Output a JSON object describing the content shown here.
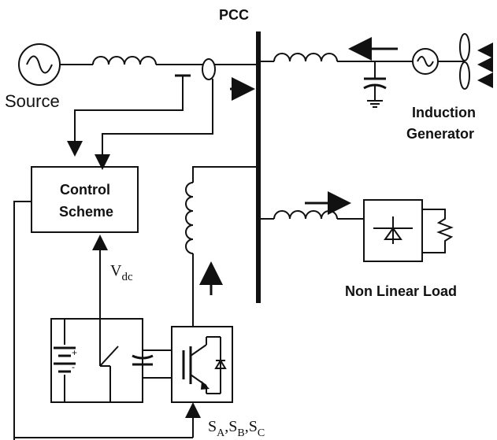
{
  "labels": {
    "pcc": "PCC",
    "source": "Source",
    "induction_generator_line1": "Induction",
    "induction_generator_line2": "Generator",
    "control_scheme_line1": "Control",
    "control_scheme_line2": "Scheme",
    "vdc_main": "V",
    "vdc_sub": "dc",
    "nonlinear_load": "Non Linear Load",
    "switch_signals": {
      "s": "S",
      "a": "A",
      "b": "B",
      "c": "C",
      "sep": ","
    }
  },
  "icons": {
    "source": "ac-source-icon",
    "generator": "ac-generator-icon",
    "turbine": "wind-turbine-icon",
    "inductor": "inductor-icon",
    "capacitor": "capacitor-icon",
    "ground": "ground-icon",
    "battery": "battery-icon",
    "switch": "switch-icon",
    "igbt": "igbt-icon",
    "rectifier": "diode-rectifier-icon",
    "resistor": "resistor-icon",
    "arrow": "arrow-icon",
    "current_sensor": "current-sensor-icon"
  },
  "colors": {
    "line": "#111111",
    "background": "#ffffff"
  }
}
